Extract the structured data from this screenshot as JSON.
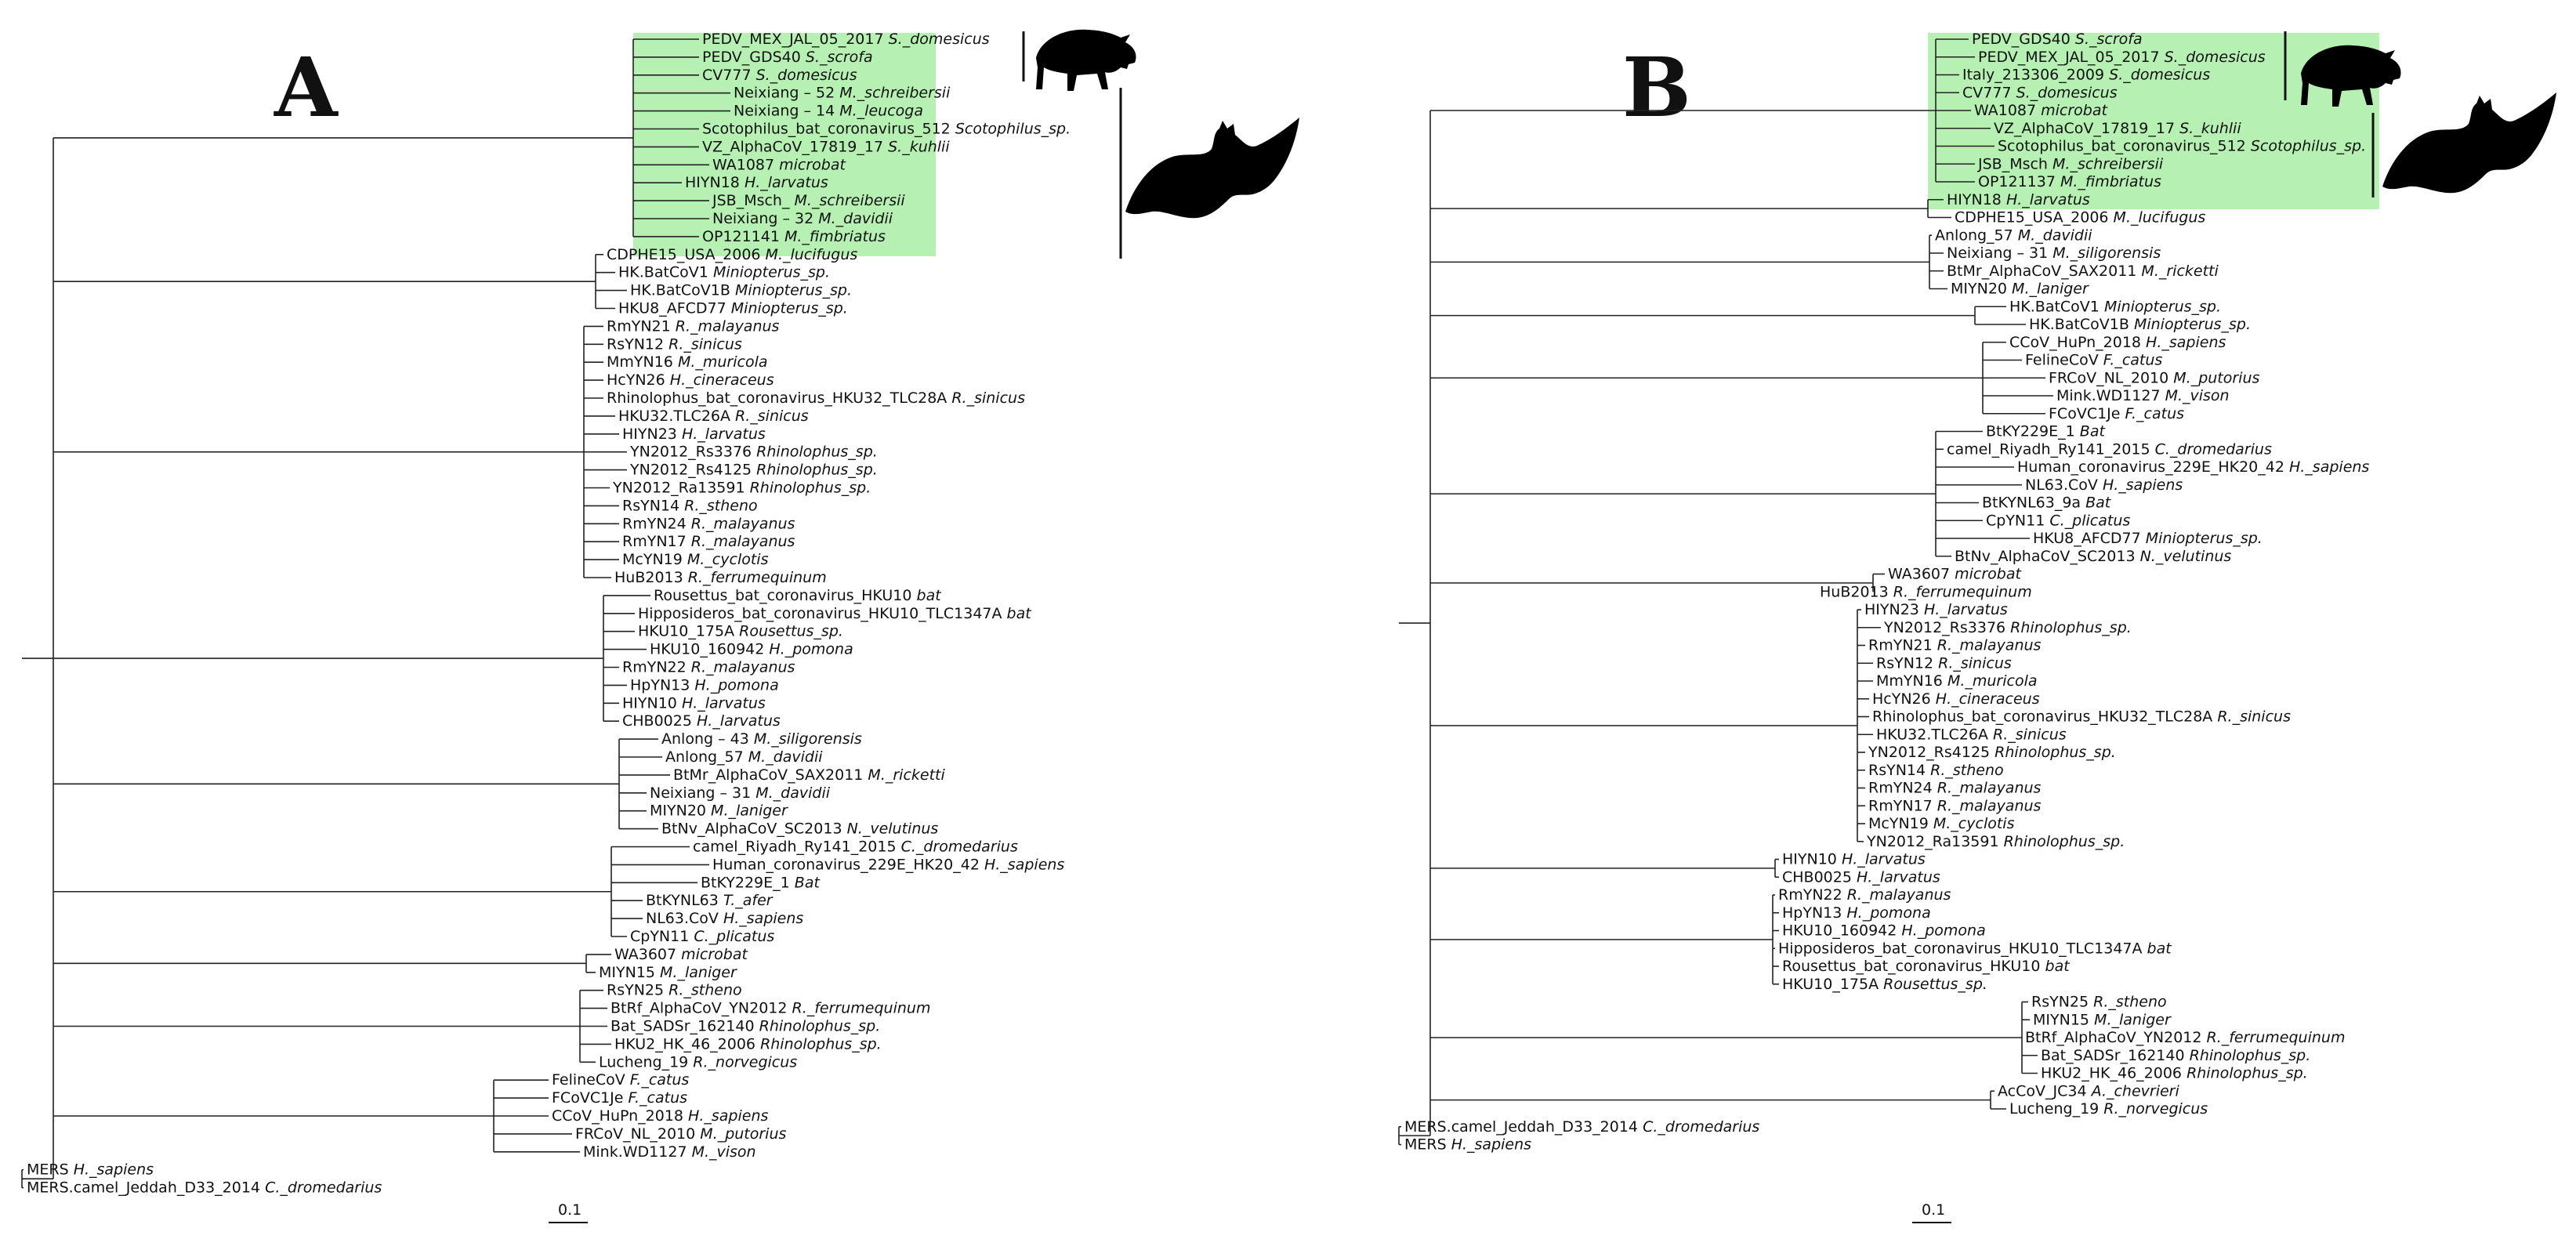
{
  "colors": {
    "highlight_box": "#b6f1b3",
    "pedv_text": "#2f9a2f",
    "query_text": "#6a5bd8",
    "default_text": "#111111"
  },
  "panels": [
    {
      "id": "A",
      "letter": "A",
      "scale_label": "0.1",
      "highlight_range": [
        0,
        11
      ],
      "host_icons": [
        "boar-silhouette-icon",
        "bat-silhouette-icon"
      ],
      "taxa": [
        {
          "id": "PEDV_MEX_JAL_05_2017 ",
          "sp": "S._domesicus",
          "color": "pedv"
        },
        {
          "id": "PEDV_GDS40 ",
          "sp": "S._scrofa",
          "color": "pedv"
        },
        {
          "id": "CV777 ",
          "sp": "S._domesicus",
          "color": "pedv"
        },
        {
          "id": "Neixiang – 52 ",
          "sp": "M._schreibersii"
        },
        {
          "id": "Neixiang – 14 ",
          "sp": "M._leucoga"
        },
        {
          "id": "Scotophilus_bat_coronavirus_512 ",
          "sp": "Scotophilus_sp."
        },
        {
          "id": "VZ_AlphaCoV_17819_17 ",
          "sp": "S._kuhlii"
        },
        {
          "id": "WA1087 ",
          "sp": "microbat",
          "color": "pedv"
        },
        {
          "id": "HIYN18 ",
          "sp": "H._larvatus",
          "color": "pedv"
        },
        {
          "id": "JSB_Msch_ ",
          "sp": "M._schreibersii",
          "color": "pedv"
        },
        {
          "id": "Neixiang – 32 ",
          "sp": "M._davidii"
        },
        {
          "id": "OP121141 ",
          "sp": "M._fimbriatus",
          "color": "query"
        },
        {
          "id": "CDPHE15_USA_2006 ",
          "sp": "M._lucifugus"
        },
        {
          "id": "HK.BatCoV1 ",
          "sp": "Miniopterus_sp."
        },
        {
          "id": "HK.BatCoV1B ",
          "sp": "Miniopterus_sp."
        },
        {
          "id": "HKU8_AFCD77 ",
          "sp": "Miniopterus_sp."
        },
        {
          "id": "RmYN21 ",
          "sp": "R._malayanus"
        },
        {
          "id": "RsYN12 ",
          "sp": "R._sinicus"
        },
        {
          "id": "MmYN16 ",
          "sp": "M._muricola"
        },
        {
          "id": "HcYN26 ",
          "sp": "H._cineraceus"
        },
        {
          "id": "Rhinolophus_bat_coronavirus_HKU32_TLC28A ",
          "sp": "R._sinicus"
        },
        {
          "id": "HKU32.TLC26A ",
          "sp": "R._sinicus"
        },
        {
          "id": "HIYN23 ",
          "sp": "H._larvatus"
        },
        {
          "id": "YN2012_Rs3376 ",
          "sp": "Rhinolophus_sp."
        },
        {
          "id": "YN2012_Rs4125 ",
          "sp": "Rhinolophus_sp."
        },
        {
          "id": "YN2012_Ra13591 ",
          "sp": "Rhinolophus_sp."
        },
        {
          "id": "RsYN14 ",
          "sp": "R._stheno"
        },
        {
          "id": "RmYN24 ",
          "sp": "R._malayanus"
        },
        {
          "id": "RmYN17 ",
          "sp": "R._malayanus"
        },
        {
          "id": "McYN19 ",
          "sp": "M._cyclotis"
        },
        {
          "id": "HuB2013 ",
          "sp": "R._ferrumequinum"
        },
        {
          "id": "Rousettus_bat_coronavirus_HKU10 ",
          "sp": "bat"
        },
        {
          "id": "Hipposideros_bat_coronavirus_HKU10_TLC1347A ",
          "sp": "bat"
        },
        {
          "id": "HKU10_175A ",
          "sp": "Rousettus_sp."
        },
        {
          "id": "HKU10_160942 ",
          "sp": "H._pomona"
        },
        {
          "id": "RmYN22 ",
          "sp": "R._malayanus"
        },
        {
          "id": "HpYN13 ",
          "sp": "H._pomona"
        },
        {
          "id": "HIYN10 ",
          "sp": "H._larvatus"
        },
        {
          "id": "CHB0025 ",
          "sp": "H._larvatus"
        },
        {
          "id": "Anlong – 43 ",
          "sp": "M._siligorensis"
        },
        {
          "id": "Anlong_57 ",
          "sp": "M._davidii"
        },
        {
          "id": "BtMr_AlphaCoV_SAX2011 ",
          "sp": "M._ricketti"
        },
        {
          "id": "Neixiang – 31 ",
          "sp": "M._davidii"
        },
        {
          "id": "MIYN20 ",
          "sp": "M._laniger"
        },
        {
          "id": "BtNv_AlphaCoV_SC2013 ",
          "sp": "N._velutinus"
        },
        {
          "id": "camel_Riyadh_Ry141_2015 ",
          "sp": "C._dromedarius"
        },
        {
          "id": "Human_coronavirus_229E_HK20_42 ",
          "sp": "H._sapiens"
        },
        {
          "id": "BtKY229E_1 ",
          "sp": "Bat"
        },
        {
          "id": "BtKYNL63 ",
          "sp": "T._afer"
        },
        {
          "id": "NL63.CoV ",
          "sp": "H._sapiens"
        },
        {
          "id": "CpYN11 ",
          "sp": "C._plicatus"
        },
        {
          "id": "WA3607 ",
          "sp": "microbat"
        },
        {
          "id": "MIYN15 ",
          "sp": "M._laniger"
        },
        {
          "id": "RsYN25 ",
          "sp": "R._stheno"
        },
        {
          "id": "BtRf_AlphaCoV_YN2012 ",
          "sp": "R._ferrumequinum"
        },
        {
          "id": "Bat_SADSr_162140 ",
          "sp": "Rhinolophus_sp."
        },
        {
          "id": "HKU2_HK_46_2006 ",
          "sp": "Rhinolophus_sp."
        },
        {
          "id": "Lucheng_19 ",
          "sp": "R._norvegicus"
        },
        {
          "id": "FelineCoV ",
          "sp": "F._catus"
        },
        {
          "id": "FCoVC1Je ",
          "sp": "F._catus"
        },
        {
          "id": "CCoV_HuPn_2018 ",
          "sp": "H._sapiens"
        },
        {
          "id": "FRCoV_NL_2010 ",
          "sp": "M._putorius"
        },
        {
          "id": "Mink.WD1127 ",
          "sp": "M._vison"
        },
        {
          "id": "MERS ",
          "sp": "H._sapiens"
        },
        {
          "id": "MERS.camel_Jeddah_D33_2014 ",
          "sp": "C._dromedarius"
        }
      ]
    },
    {
      "id": "B",
      "letter": "B",
      "scale_label": "0.1",
      "highlight_range": [
        0,
        9
      ],
      "host_icons": [
        "boar-silhouette-icon",
        "bat-silhouette-icon"
      ],
      "taxa": [
        {
          "id": "PEDV_GDS40 ",
          "sp": "S._scrofa",
          "color": "pedv"
        },
        {
          "id": "PEDV_MEX_JAL_05_2017 ",
          "sp": "S._domesicus",
          "color": "pedv"
        },
        {
          "id": "Italy_213306_2009 ",
          "sp": "S._domesicus"
        },
        {
          "id": "CV777 ",
          "sp": "S._domesicus"
        },
        {
          "id": "WA1087 ",
          "sp": "microbat"
        },
        {
          "id": "VZ_AlphaCoV_17819_17 ",
          "sp": "S._kuhlii"
        },
        {
          "id": "Scotophilus_bat_coronavirus_512 ",
          "sp": "Scotophilus_sp."
        },
        {
          "id": "JSB_Msch ",
          "sp": "M._schreibersii"
        },
        {
          "id": "OP121137 ",
          "sp": "M._fimbriatus",
          "color": "query"
        },
        {
          "id": "HIYN18 ",
          "sp": "H._larvatus"
        },
        {
          "id": "CDPHE15_USA_2006 ",
          "sp": "M._lucifugus"
        },
        {
          "id": "Anlong_57 ",
          "sp": "M._davidii"
        },
        {
          "id": "Neixiang – 31 ",
          "sp": "M._siligorensis"
        },
        {
          "id": "BtMr_AlphaCoV_SAX2011 ",
          "sp": "M._ricketti"
        },
        {
          "id": "MIYN20 ",
          "sp": "M._laniger"
        },
        {
          "id": "HK.BatCoV1 ",
          "sp": "Miniopterus_sp."
        },
        {
          "id": "HK.BatCoV1B ",
          "sp": "Miniopterus_sp."
        },
        {
          "id": "CCoV_HuPn_2018 ",
          "sp": "H._sapiens"
        },
        {
          "id": "FelineCoV ",
          "sp": "F._catus"
        },
        {
          "id": "FRCoV_NL_2010 ",
          "sp": "M._putorius"
        },
        {
          "id": "Mink.WD1127 ",
          "sp": "M._vison"
        },
        {
          "id": "FCoVC1Je ",
          "sp": "F._catus"
        },
        {
          "id": "BtKY229E_1 ",
          "sp": "Bat"
        },
        {
          "id": "camel_Riyadh_Ry141_2015 ",
          "sp": "C._dromedarius"
        },
        {
          "id": "Human_coronavirus_229E_HK20_42 ",
          "sp": "H._sapiens"
        },
        {
          "id": "NL63.CoV ",
          "sp": "H._sapiens"
        },
        {
          "id": "BtKYNL63_9a ",
          "sp": "Bat"
        },
        {
          "id": "CpYN11 ",
          "sp": "C._plicatus"
        },
        {
          "id": "HKU8_AFCD77 ",
          "sp": "Miniopterus_sp."
        },
        {
          "id": "BtNv_AlphaCoV_SC2013 ",
          "sp": "N._velutinus"
        },
        {
          "id": "WA3607 ",
          "sp": "microbat"
        },
        {
          "id": "HuB2013 ",
          "sp": "R._ferrumequinum"
        },
        {
          "id": "HIYN23 ",
          "sp": "H._larvatus"
        },
        {
          "id": "YN2012_Rs3376 ",
          "sp": "Rhinolophus_sp."
        },
        {
          "id": "RmYN21 ",
          "sp": "R._malayanus"
        },
        {
          "id": "RsYN12 ",
          "sp": "R._sinicus"
        },
        {
          "id": "MmYN16 ",
          "sp": "M._muricola"
        },
        {
          "id": "HcYN26 ",
          "sp": "H._cineraceus"
        },
        {
          "id": "Rhinolophus_bat_coronavirus_HKU32_TLC28A ",
          "sp": "R._sinicus"
        },
        {
          "id": "HKU32.TLC26A ",
          "sp": "R._sinicus"
        },
        {
          "id": "YN2012_Rs4125 ",
          "sp": "Rhinolophus_sp."
        },
        {
          "id": "RsYN14 ",
          "sp": "R._stheno"
        },
        {
          "id": "RmYN24 ",
          "sp": "R._malayanus"
        },
        {
          "id": "RmYN17 ",
          "sp": "R._malayanus"
        },
        {
          "id": "McYN19 ",
          "sp": "M._cyclotis"
        },
        {
          "id": "YN2012_Ra13591 ",
          "sp": "Rhinolophus_sp."
        },
        {
          "id": "HIYN10 ",
          "sp": "H._larvatus"
        },
        {
          "id": "CHB0025 ",
          "sp": "H._larvatus"
        },
        {
          "id": "RmYN22 ",
          "sp": "R._malayanus"
        },
        {
          "id": "HpYN13 ",
          "sp": "H._pomona"
        },
        {
          "id": "HKU10_160942 ",
          "sp": "H._pomona"
        },
        {
          "id": "Hipposideros_bat_coronavirus_HKU10_TLC1347A ",
          "sp": "bat"
        },
        {
          "id": "Rousettus_bat_coronavirus_HKU10 ",
          "sp": "bat"
        },
        {
          "id": "HKU10_175A ",
          "sp": "Rousettus_sp."
        },
        {
          "id": "RsYN25 ",
          "sp": "R._stheno"
        },
        {
          "id": "MIYN15 ",
          "sp": "M._laniger"
        },
        {
          "id": "BtRf_AlphaCoV_YN2012 ",
          "sp": "R._ferrumequinum"
        },
        {
          "id": "Bat_SADSr_162140 ",
          "sp": "Rhinolophus_sp."
        },
        {
          "id": "HKU2_HK_46_2006 ",
          "sp": "Rhinolophus_sp."
        },
        {
          "id": "AcCoV_JC34 ",
          "sp": "A._chevrieri"
        },
        {
          "id": "Lucheng_19 ",
          "sp": "R._norvegicus"
        },
        {
          "id": "MERS.camel_Jeddah_D33_2014 ",
          "sp": "C._dromedarius"
        },
        {
          "id": "MERS ",
          "sp": "H._sapiens"
        }
      ]
    }
  ]
}
